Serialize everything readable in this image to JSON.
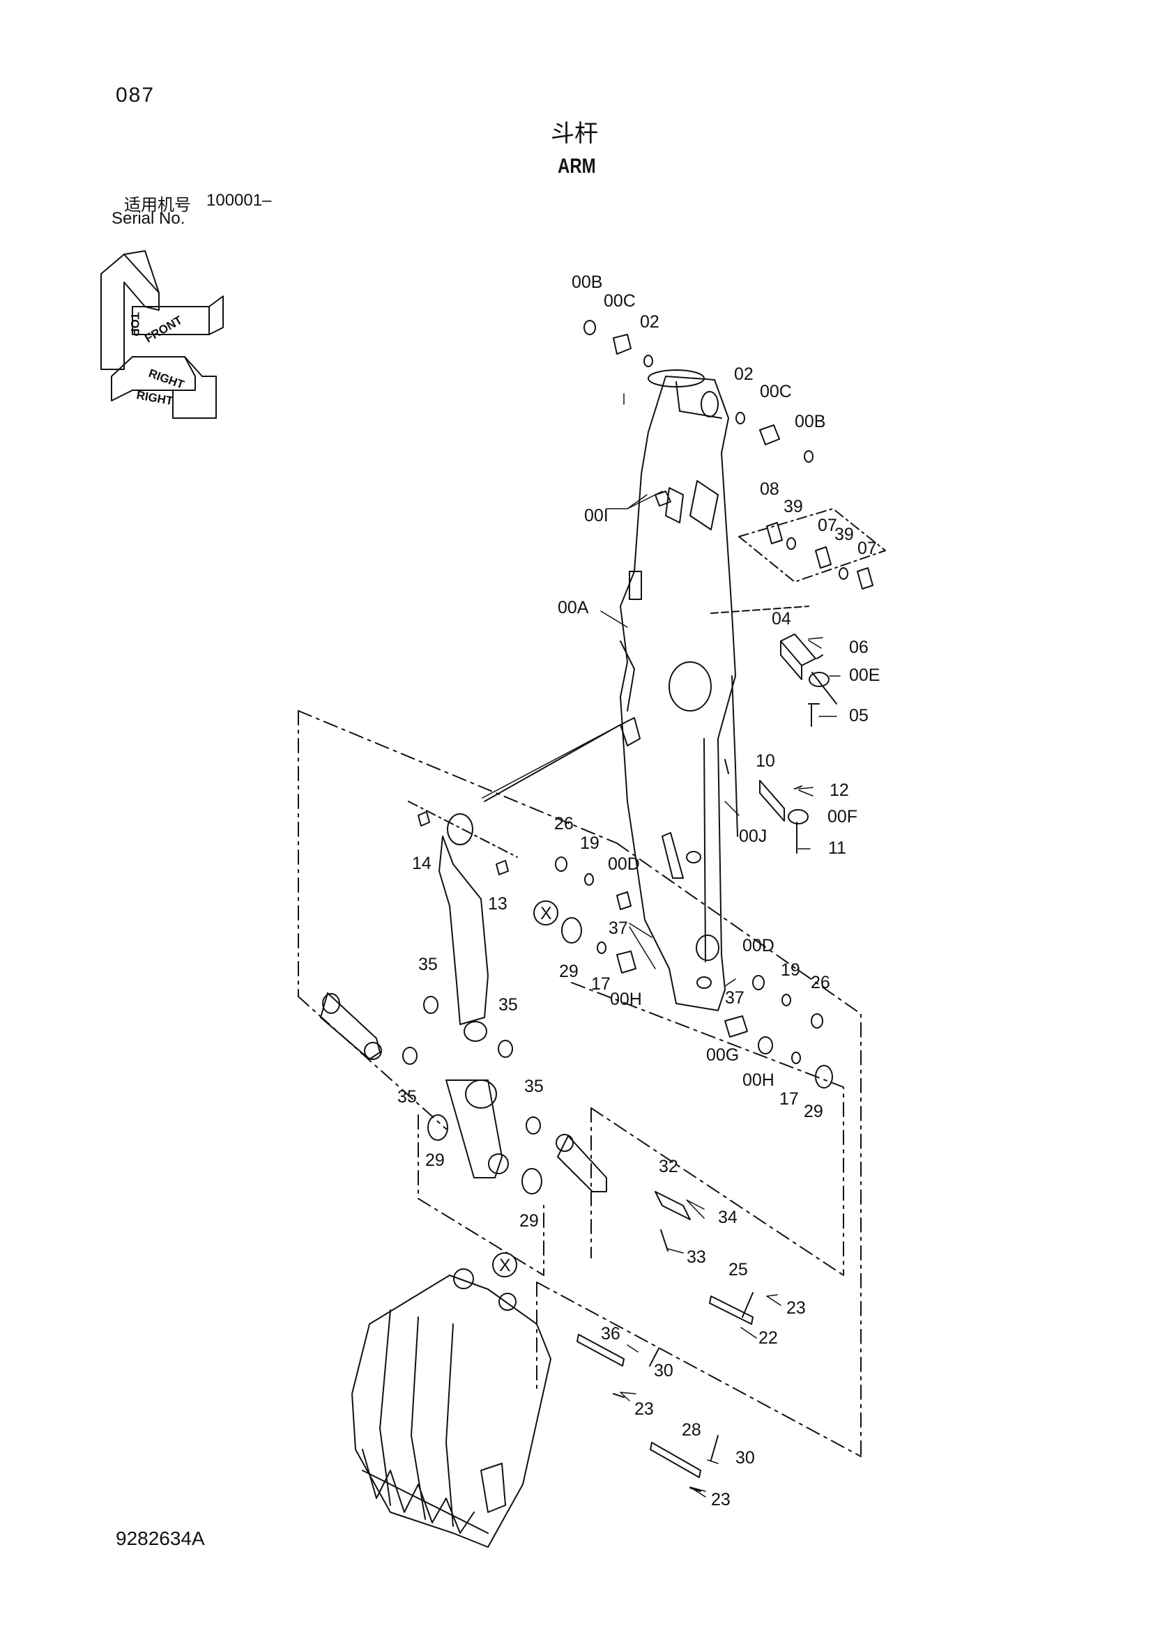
{
  "header": {
    "page_number": "087",
    "title_cn": "斗杆",
    "title_en": "ARM",
    "serial_label_cn": "适用机号",
    "serial_range": "100001–",
    "serial_label_en": "Serial No."
  },
  "orientation_icon": {
    "top": "TOP",
    "front": "FRONT",
    "right": "RIGHT"
  },
  "footer": {
    "document_number": "9282634A"
  },
  "part_labels": [
    "00B",
    "00C",
    "02",
    "02",
    "00C",
    "00B",
    "00I",
    "08",
    "39",
    "07",
    "39",
    "07",
    "00A",
    "04",
    "06",
    "00E",
    "05",
    "10",
    "12",
    "00F",
    "00J",
    "11",
    "26",
    "19",
    "00D",
    "14",
    "13",
    "37",
    "29",
    "17",
    "00H",
    "37",
    "00D",
    "19",
    "26",
    "00G",
    "00H",
    "17",
    "29",
    "35",
    "35",
    "35",
    "35",
    "29",
    "29",
    "32",
    "34",
    "33",
    "25",
    "23",
    "22",
    "36",
    "30",
    "23",
    "28",
    "30",
    "23"
  ],
  "markers": [
    "X",
    "X"
  ]
}
